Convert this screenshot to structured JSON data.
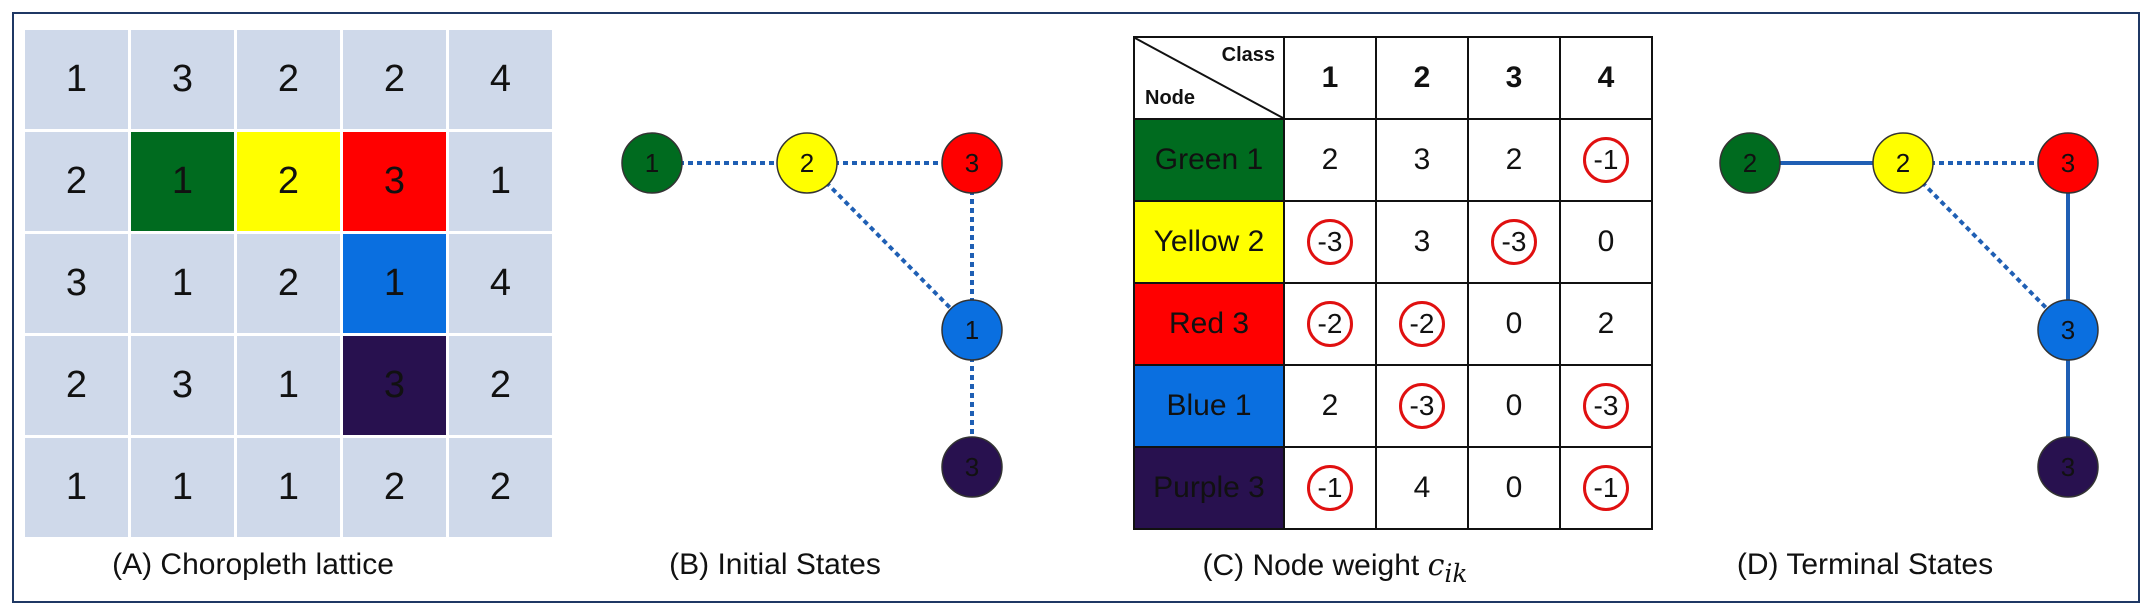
{
  "panels": {
    "a": {
      "caption": "(A) Choropleth lattice",
      "grid": [
        [
          "1",
          "3",
          "2",
          "2",
          "4"
        ],
        [
          "2",
          "1",
          "2",
          "3",
          "1"
        ],
        [
          "3",
          "1",
          "2",
          "1",
          "4"
        ],
        [
          "2",
          "3",
          "1",
          "3",
          "2"
        ],
        [
          "1",
          "1",
          "1",
          "2",
          "2"
        ]
      ],
      "highlight_cells": [
        {
          "row": 1,
          "col": 1,
          "color": "#006b1f"
        },
        {
          "row": 1,
          "col": 2,
          "color": "#ffff00"
        },
        {
          "row": 1,
          "col": 3,
          "color": "#ff0000"
        },
        {
          "row": 2,
          "col": 3,
          "color": "#0a6fe0"
        },
        {
          "row": 3,
          "col": 3,
          "color": "#28114f"
        }
      ],
      "default_cell_color": "#cfd9ea"
    },
    "b": {
      "caption": "(B) Initial States",
      "nodes": [
        {
          "id": "green",
          "label": "1",
          "color": "#006b1f"
        },
        {
          "id": "yellow",
          "label": "2",
          "color": "#ffff00"
        },
        {
          "id": "red",
          "label": "3",
          "color": "#ff0000"
        },
        {
          "id": "blue",
          "label": "1",
          "color": "#0a6fe0"
        },
        {
          "id": "purple",
          "label": "3",
          "color": "#28114f"
        }
      ],
      "edges": [
        {
          "from": "green",
          "to": "yellow",
          "style": "dotted"
        },
        {
          "from": "yellow",
          "to": "red",
          "style": "dotted"
        },
        {
          "from": "yellow",
          "to": "blue",
          "style": "dotted"
        },
        {
          "from": "red",
          "to": "blue",
          "style": "dotted"
        },
        {
          "from": "blue",
          "to": "purple",
          "style": "dotted"
        }
      ]
    },
    "c": {
      "caption_prefix": "(C) Node weight ",
      "caption_symbol": "c",
      "caption_subscript": "ik",
      "corner_class": "Class",
      "corner_node": "Node",
      "columns": [
        "1",
        "2",
        "3",
        "4"
      ],
      "rows": [
        {
          "name": "Green 1",
          "color": "#006b1f",
          "values": [
            "2",
            "3",
            "2",
            "-1"
          ],
          "circled": [
            false,
            false,
            false,
            true
          ]
        },
        {
          "name": "Yellow 2",
          "color": "#ffff00",
          "values": [
            "-3",
            "3",
            "-3",
            "0"
          ],
          "circled": [
            true,
            false,
            true,
            false
          ]
        },
        {
          "name": "Red 3",
          "color": "#ff0000",
          "values": [
            "-2",
            "-2",
            "0",
            "2"
          ],
          "circled": [
            true,
            true,
            false,
            false
          ]
        },
        {
          "name": "Blue 1",
          "color": "#0a6fe0",
          "values": [
            "2",
            "-3",
            "0",
            "-3"
          ],
          "circled": [
            false,
            true,
            false,
            true
          ]
        },
        {
          "name": "Purple 3",
          "color": "#28114f",
          "values": [
            "-1",
            "4",
            "0",
            "-1"
          ],
          "circled": [
            true,
            false,
            false,
            true
          ]
        }
      ],
      "circle_color": "#e01010"
    },
    "d": {
      "caption": "(D) Terminal States",
      "nodes": [
        {
          "id": "green",
          "label": "2",
          "color": "#006b1f"
        },
        {
          "id": "yellow",
          "label": "2",
          "color": "#ffff00"
        },
        {
          "id": "red",
          "label": "3",
          "color": "#ff0000"
        },
        {
          "id": "blue",
          "label": "3",
          "color": "#0a6fe0"
        },
        {
          "id": "purple",
          "label": "3",
          "color": "#28114f"
        }
      ],
      "edges": [
        {
          "from": "green",
          "to": "yellow",
          "style": "solid"
        },
        {
          "from": "yellow",
          "to": "red",
          "style": "dotted"
        },
        {
          "from": "yellow",
          "to": "blue",
          "style": "dotted"
        },
        {
          "from": "red",
          "to": "blue",
          "style": "solid"
        },
        {
          "from": "blue",
          "to": "purple",
          "style": "solid"
        }
      ]
    }
  },
  "edge_color": "#1f5fb4"
}
